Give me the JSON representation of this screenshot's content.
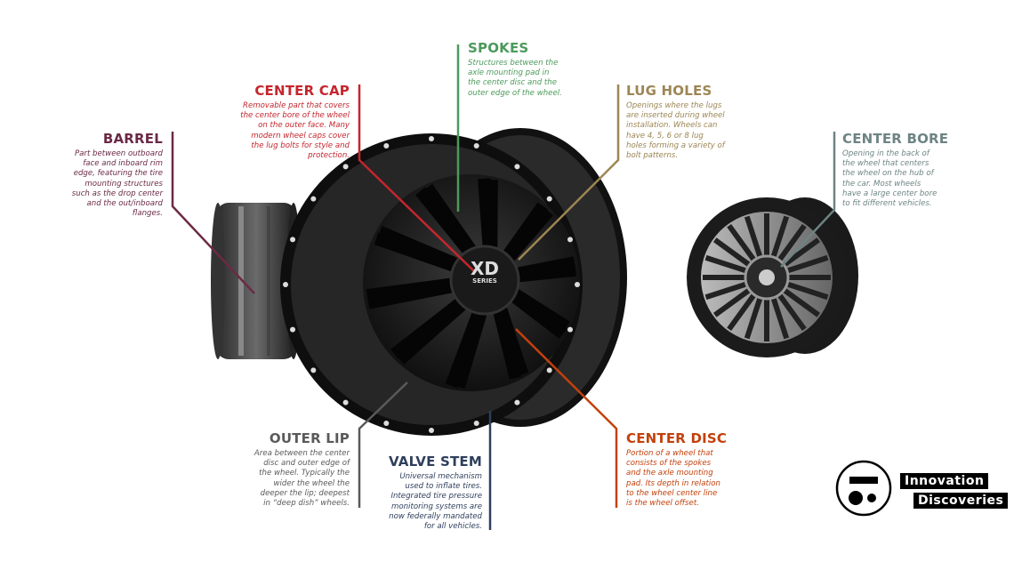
{
  "labels": {
    "barrel": {
      "title": "BARREL",
      "text": "Part between outboard face and inboard rim edge, featuring the tire mounting structures such as the drop center and the out/inboard flanges.",
      "color": "#6b2a45"
    },
    "center_cap": {
      "title": "CENTER CAP",
      "text": "Removable part that covers the center bore of the wheel on the outer face. Many modern wheel caps cover the lug bolts for style and protection.",
      "color": "#c4262e"
    },
    "spokes": {
      "title": "SPOKES",
      "text": "Structures between the axle mounting pad in the center disc and the outer edge of the wheel.",
      "color": "#4c9a5c"
    },
    "lug_holes": {
      "title": "LUG HOLES",
      "text": "Openings where the lugs are inserted during wheel installation. Wheels can have 4, 5, 6 or 8 lug holes forming a variety of bolt patterns.",
      "color": "#9c8654"
    },
    "center_bore": {
      "title": "CENTER BORE",
      "text": "Opening in the back of the wheel that centers the wheel on the hub of the car. Most wheels have a large center bore to fit different vehicles.",
      "color": "#6d8483"
    },
    "outer_lip": {
      "title": "OUTER LIP",
      "text": "Area between the center disc and outer edge of the wheel. Typically the wider the wheel the deeper the lip; deepest in “deep dish” wheels.",
      "color": "#5a5a5a"
    },
    "valve_stem": {
      "title": "VALVE STEM",
      "text": "Universal mechanism used to inflate tires. Integrated tire pressure monitoring systems are now federally mandated for all vehicles.",
      "color": "#2f3f5c"
    },
    "center_disc": {
      "title": "CENTER DISC",
      "text": "Portion of a wheel that consists of the spokes and the axle mounting pad. Its depth in relation to the wheel center line is the wheel offset.",
      "color": "#c2410c"
    }
  },
  "wheel_badge": {
    "line1": "XD",
    "line2": "SERIES"
  },
  "logo": {
    "line1": "Innovation",
    "line2": "Discoveries"
  }
}
